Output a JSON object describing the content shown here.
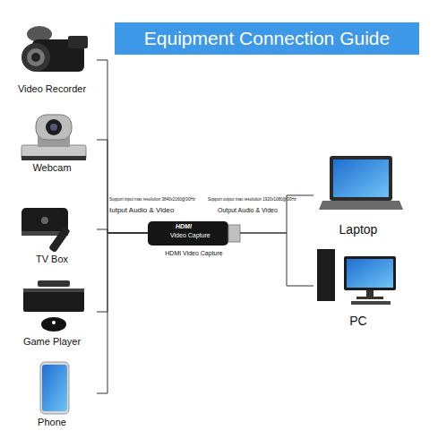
{
  "diagram": {
    "title": "Equipment Connection Guide",
    "nodes": [
      {
        "text": [
          "Video Recorder"
        ]
      },
      {
        "text": [
          "Webcam"
        ]
      },
      {
        "text": [
          "TV Box"
        ]
      },
      {
        "text": [
          "Game Player"
        ]
      },
      {
        "text": [
          "Phone"
        ]
      },
      {
        "text": [
          "HDMI Video Capture"
        ]
      },
      {
        "text": [
          "Laptop"
        ]
      },
      {
        "text": [
          "PC"
        ]
      }
    ],
    "edges": [
      {
        "from": 0,
        "to": 5,
        "arrow": "none"
      },
      {
        "from": 1,
        "to": 5,
        "arrow": "none"
      },
      {
        "from": 2,
        "to": 5,
        "arrow": "none"
      },
      {
        "from": 3,
        "to": 5,
        "arrow": "none"
      },
      {
        "from": 4,
        "to": 5,
        "arrow": "none"
      },
      {
        "from": 5,
        "to": 6,
        "arrow": "none"
      },
      {
        "from": 5,
        "to": 7,
        "arrow": "none"
      }
    ],
    "labels": [
      "Support input max resolution 3840x2160@30Hz",
      "Iutput Audio & Video",
      "Support output max resolution 1920x1080@30Hz",
      "Output Audio & Video",
      "HDMI",
      "Video Capture"
    ]
  }
}
